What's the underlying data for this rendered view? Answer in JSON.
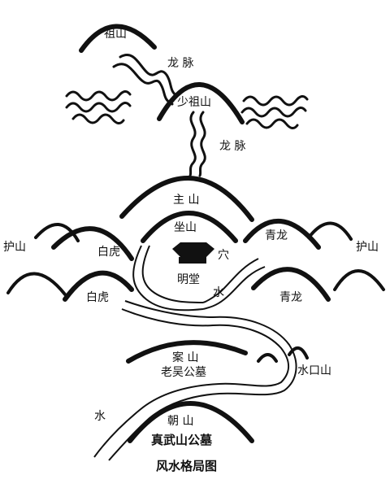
{
  "labels": {
    "zushan": "祖山",
    "longmai_1": "龙 脉",
    "shaozushan": "少祖山",
    "longmai_2": "龙 脉",
    "zhushan": "主 山",
    "zuoshan": "坐山",
    "xue": "穴",
    "mingtang": "明堂",
    "shui_middle": "水",
    "qinglong_inner": "青龙",
    "qinglong_outer": "青龙",
    "baihu_inner": "白虎",
    "baihu_outer": "白虎",
    "hushan_left": "护山",
    "hushan_right": "护山",
    "anshan": "案 山",
    "laowu_tomb": "老吴公墓",
    "shuikoushan": "水口山",
    "shui_bottom": "水",
    "chaoshan": "朝 山",
    "zhenwushan_tomb": "真武山公墓",
    "caption": "风水格局图"
  },
  "icons": {
    "tomb": "tomb-icon"
  }
}
